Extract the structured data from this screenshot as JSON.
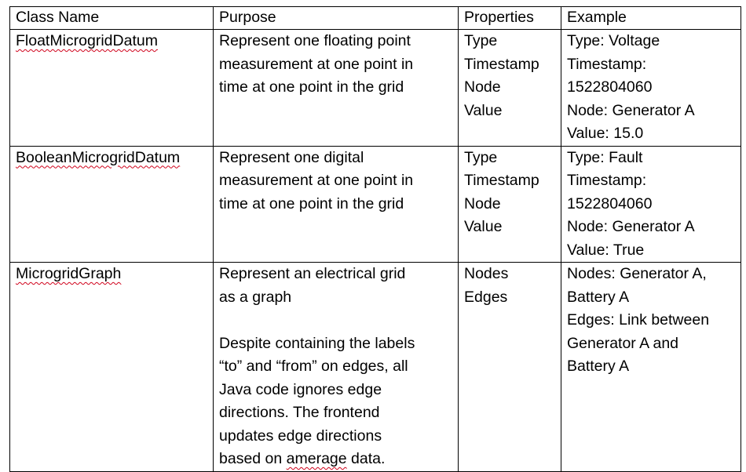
{
  "table": {
    "headers": [
      "Class Name",
      "Purpose",
      "Properties",
      "Example"
    ],
    "rows": [
      {
        "class_name": "FloatMicrogridDatum",
        "purpose": [
          "Represent one floating point",
          "measurement at one point in",
          "time at one point in the grid"
        ],
        "properties": [
          "Type",
          "Timestamp",
          "Node",
          "Value"
        ],
        "example": [
          "Type: Voltage",
          "Timestamp:",
          "1522804060",
          "Node: Generator A",
          "Value: 15.0"
        ]
      },
      {
        "class_name": "BooleanMicrogridDatum",
        "purpose": [
          "Represent one digital",
          "measurement at one point in",
          "time at one point in the grid"
        ],
        "properties": [
          "Type",
          "Timestamp",
          "Node",
          "Value"
        ],
        "example": [
          "Type: Fault",
          "Timestamp:",
          "1522804060",
          "Node: Generator A",
          "Value: True"
        ]
      },
      {
        "class_name": "MicrogridGraph",
        "purpose": [
          "Represent an electrical grid",
          "as a graph"
        ],
        "purpose_note": [
          "Despite containing the labels",
          "“to” and “from” on edges, all",
          "Java code ignores edge",
          "directions. The frontend",
          "updates edge directions"
        ],
        "purpose_last_prefix": "based on ",
        "purpose_last_word": "amerage",
        "purpose_last_suffix": " data.",
        "properties": [
          "Nodes",
          "Edges"
        ],
        "example": [
          "Nodes: Generator A,",
          "Battery A",
          "Edges: Link between",
          "Generator A and",
          "Battery A"
        ]
      }
    ]
  }
}
